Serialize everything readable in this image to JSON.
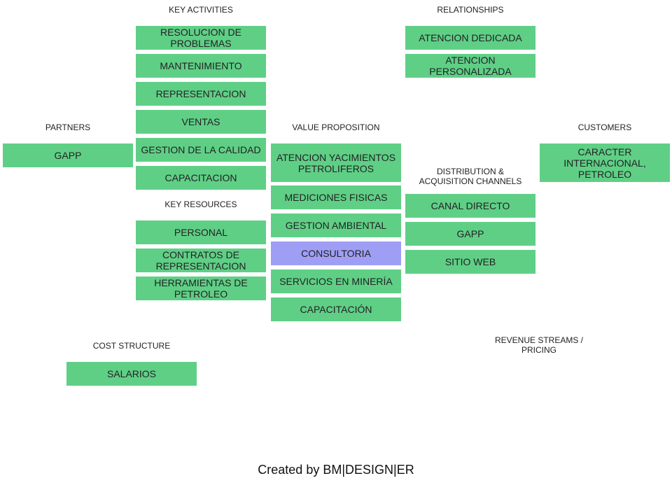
{
  "colors": {
    "box_green": "#5fcf86",
    "box_highlight": "#9e9ef5",
    "background": "#ffffff"
  },
  "sections": {
    "key_activities": {
      "title": "KEY ACTIVITIES",
      "items": [
        "RESOLUCION DE PROBLEMAS",
        "MANTENIMIENTO",
        "REPRESENTACION",
        "VENTAS",
        "GESTION DE LA CALIDAD",
        "CAPACITACION"
      ]
    },
    "relationships": {
      "title": "RELATIONSHIPS",
      "items": [
        "ATENCION DEDICADA",
        "ATENCION PERSONALIZADA"
      ]
    },
    "partners": {
      "title": "PARTNERS",
      "items": [
        "GAPP"
      ]
    },
    "value_proposition": {
      "title": "VALUE PROPOSITION",
      "items": [
        "ATENCION YACIMIENTOS PETROLIFEROS",
        "MEDICIONES FISICAS",
        "GESTION AMBIENTAL",
        "CONSULTORIA",
        "SERVICIOS EN MINERÍA",
        "CAPACITACIÓN"
      ]
    },
    "customers": {
      "title": "CUSTOMERS",
      "items": [
        "CARACTER INTERNACIONAL, PETROLEO"
      ]
    },
    "key_resources": {
      "title": "KEY RESOURCES",
      "items": [
        "PERSONAL",
        "CONTRATOS DE REPRESENTACION",
        "HERRAMIENTAS DE PETROLEO"
      ]
    },
    "distribution_channels": {
      "title": "DISTRIBUTION  &\nACQUISITION  CHANNELS",
      "items": [
        "CANAL DIRECTO",
        "GAPP",
        "SITIO WEB"
      ]
    },
    "cost_structure": {
      "title": "COST  STRUCTURE",
      "items": [
        "SALARIOS"
      ]
    },
    "revenue_streams": {
      "title": "REVENUE  STREAMS  /\nPRICING"
    }
  },
  "footer": "Created by BM|DESIGN|ER"
}
